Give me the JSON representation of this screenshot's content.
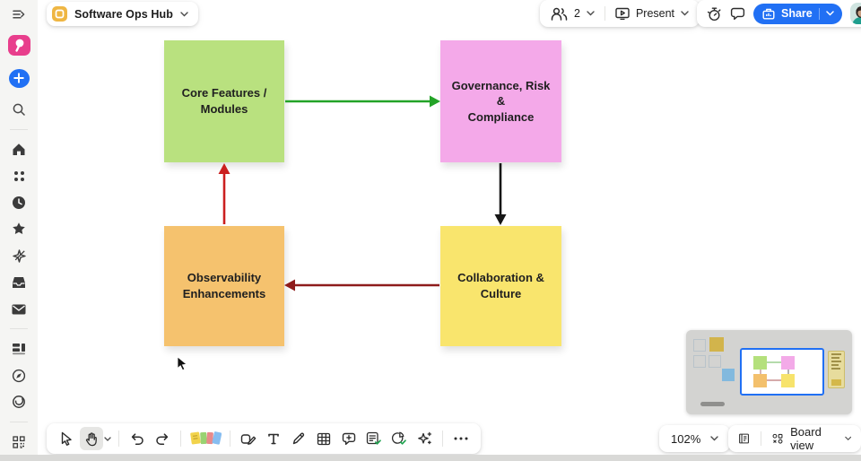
{
  "app": {
    "name": "whiteboard-collaboration-app",
    "colors": {
      "accent_blue": "#2170f4",
      "logo_pink": "#e83e8c",
      "board_icon_yellow": "#efb643",
      "check_green": "#21a551",
      "sidebar_bg": "#f5f5f3"
    }
  },
  "header": {
    "board_title": "Software Ops Hub",
    "collaborators_count": "2",
    "present_label": "Present",
    "share_label": "Share",
    "icons": [
      "sidebar-toggle",
      "board-icon",
      "chevron-down",
      "people",
      "present-screen",
      "timer",
      "comments",
      "share",
      "user-avatar"
    ]
  },
  "sidebar": {
    "icons": [
      "app-logo",
      "create-plus",
      "search",
      "home",
      "apps",
      "recent-clock",
      "favorites-star",
      "templates",
      "inbox",
      "mail",
      "boards",
      "explore-compass",
      "assistant",
      "qr-apps"
    ]
  },
  "canvas": {
    "stickies": [
      {
        "label": "Core Features /\nModules",
        "color": "#b9e17f"
      },
      {
        "label": "Governance, Risk &\nCompliance",
        "color": "#f4a9e9"
      },
      {
        "label": "Observability\nEnhancements",
        "color": "#f5c26e"
      },
      {
        "label": "Collaboration &\nCulture",
        "color": "#f9e56d"
      }
    ],
    "connectors": [
      {
        "from": "Core Features / Modules",
        "to": "Governance, Risk & Compliance",
        "color": "#23a327",
        "direction": "right"
      },
      {
        "from": "Governance, Risk & Compliance",
        "to": "Collaboration & Culture",
        "color": "#161616",
        "direction": "down"
      },
      {
        "from": "Collaboration & Culture",
        "to": "Observability Enhancements",
        "color": "#8e1b1b",
        "direction": "left"
      },
      {
        "from": "Observability Enhancements",
        "to": "Core Features / Modules",
        "color": "#cb1f1f",
        "direction": "up"
      }
    ]
  },
  "toolbar": {
    "tools": [
      "select",
      "hand",
      "undo",
      "redo",
      "sticky-note",
      "shapes",
      "text",
      "pen",
      "table",
      "comment",
      "doc-approved",
      "chart-approved",
      "ai-sparkle",
      "more"
    ],
    "active_tool": "hand"
  },
  "statusbar": {
    "zoom_level": "102%",
    "view_label": "Board view"
  }
}
